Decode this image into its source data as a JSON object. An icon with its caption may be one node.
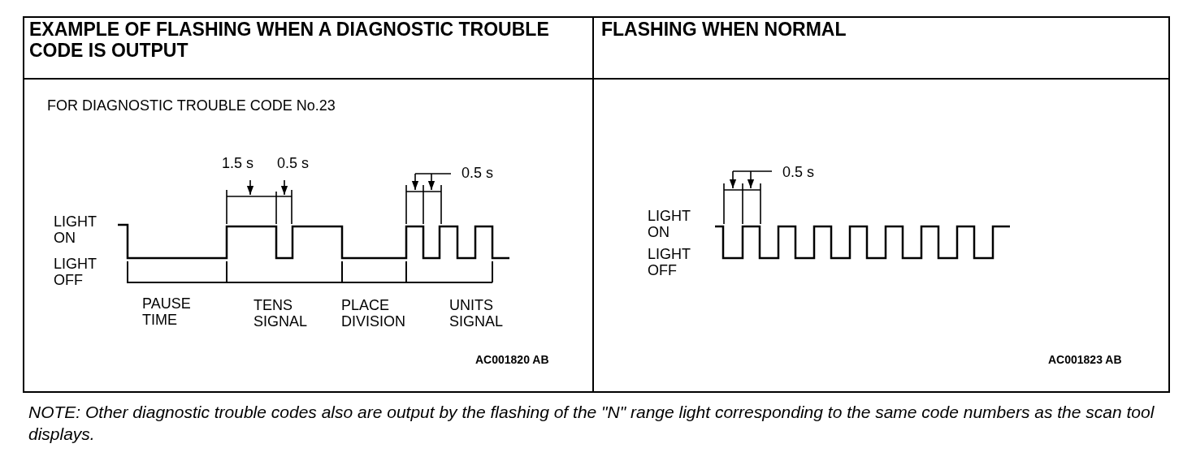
{
  "diagram": {
    "caption": "NOTE: Other diagnostic trouble codes also are output by the flashing of the \"N\" range light corresponding to the same code numbers as the scan tool displays.",
    "labels": [
      "EXAMPLE OF FLASHING WHEN A DIAGNOSTIC TROUBLE CODE IS OUTPUT",
      "FLASHING WHEN NORMAL",
      "FOR DIAGNOSTIC TROUBLE CODE No.23",
      "1.5 s",
      "0.5 s",
      "0.5 s",
      "LIGHT ON",
      "LIGHT OFF",
      "PAUSE TIME",
      "TENS SIGNAL",
      "PLACE DIVISION",
      "UNITS SIGNAL",
      "AC001820 AB",
      "0.5 s",
      "LIGHT ON",
      "LIGHT OFF",
      "AC001823 AB"
    ]
  }
}
